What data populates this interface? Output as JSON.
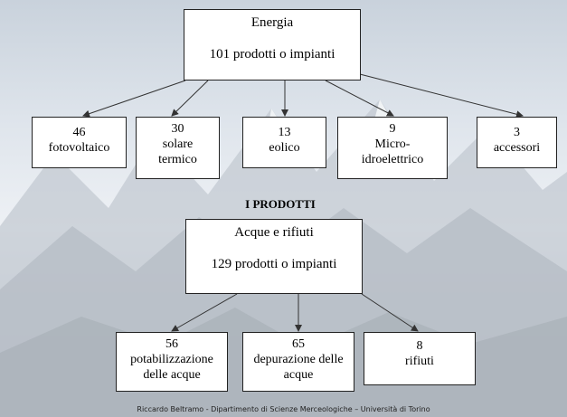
{
  "energy": {
    "title": "Energia",
    "count_label": "101 prodotti o impianti",
    "children": [
      {
        "count": "46",
        "lines": [
          "fotovoltaico"
        ]
      },
      {
        "count": "30",
        "lines": [
          "solare",
          "termico"
        ]
      },
      {
        "count": "13",
        "lines": [
          "eolico"
        ]
      },
      {
        "count": "9",
        "lines": [
          "Micro-",
          "idroelettrico"
        ]
      },
      {
        "count": "3",
        "lines": [
          "accessori"
        ]
      }
    ]
  },
  "section_title": "I PRODOTTI",
  "water": {
    "title": "Acque e rifiuti",
    "count_label": "129 prodotti o impianti",
    "children": [
      {
        "count": "56",
        "lines": [
          "potabilizzazione",
          "delle acque"
        ]
      },
      {
        "count": "65",
        "lines": [
          "depurazione delle",
          "acque"
        ]
      },
      {
        "count": "8",
        "lines": [
          "rifiuti"
        ]
      }
    ]
  },
  "footer": "Riccardo Beltramo - Dipartimento di Scienze Merceologiche – Università di Torino"
}
